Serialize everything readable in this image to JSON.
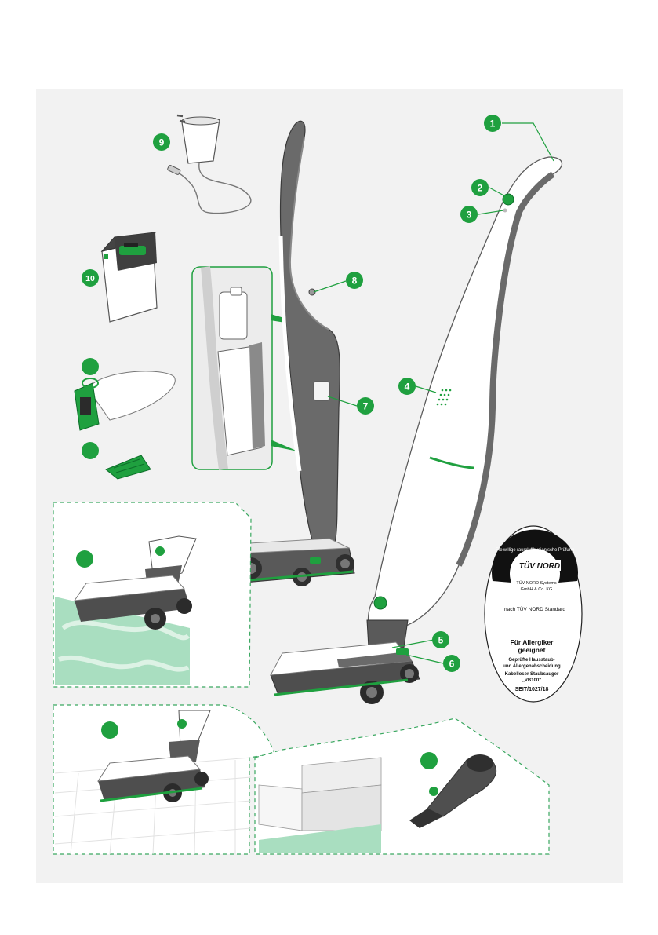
{
  "callouts": [
    {
      "number": "1",
      "part": "handle"
    },
    {
      "number": "2",
      "part": "power-button"
    },
    {
      "number": "3",
      "part": "status-light"
    },
    {
      "number": "4",
      "part": "display-indicator"
    },
    {
      "number": "5",
      "part": "floor-head"
    },
    {
      "number": "6",
      "part": "floor-head-lights"
    },
    {
      "number": "7",
      "part": "filter-bag-cover"
    },
    {
      "number": "8",
      "part": "release-button"
    },
    {
      "number": "9",
      "part": "charger"
    },
    {
      "number": "10",
      "part": "battery"
    }
  ],
  "seal": {
    "brand": "TÜV NORD",
    "arc_top": "Freiwillige raumlufthygienische Prüfung",
    "arc_bottom": "nach TÜV NORD Standard",
    "company_line1": "TÜV NORD Systems",
    "company_line2": "GmbH & Co. KG",
    "suitable_line1": "Für Allergiker",
    "suitable_line2": "geeignet",
    "test_line1": "Geprüfte Hausstaub-",
    "test_line2": "und Allergenabscheidung",
    "product_line1": "Kabelloser Staubsauger",
    "product_line2": "„VB100\"",
    "cert_id": "SEIT/1027/18"
  },
  "colors": {
    "brand_green": "#1fa03f",
    "panel_bg": "#f2f2f2",
    "dark_gray": "#5a5a5a",
    "floor_mint": "#a9dec0",
    "dash_green": "#3aa860"
  }
}
